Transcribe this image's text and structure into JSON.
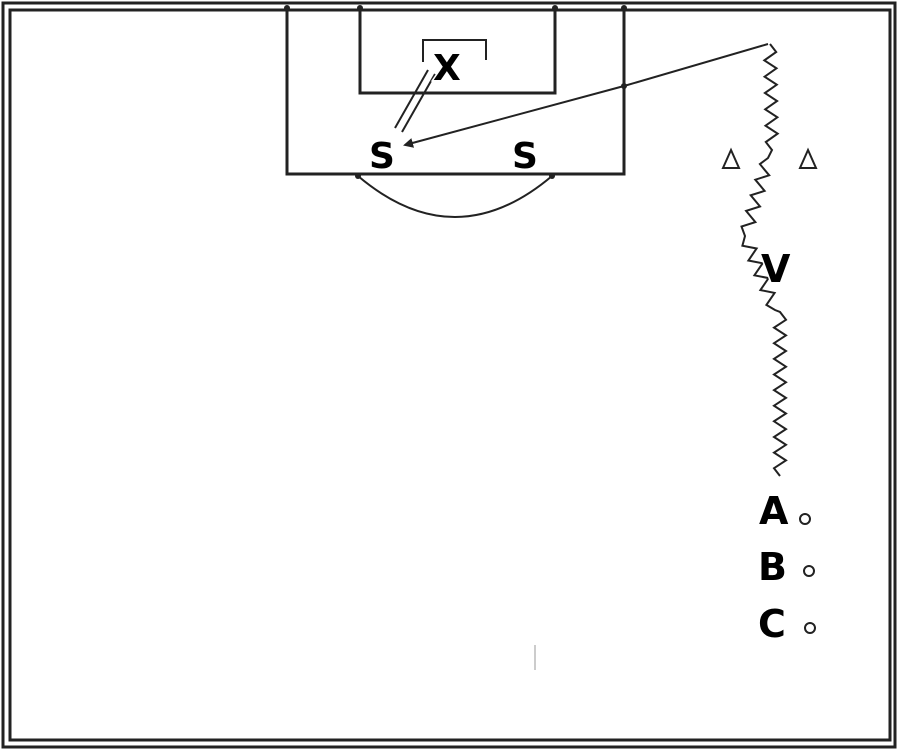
{
  "markers": {
    "keeper": "X",
    "server_left": "S",
    "server_right": "S",
    "defender": "V",
    "queue_a": "A",
    "queue_b": "B",
    "queue_c": "C"
  },
  "icons": {
    "cone": "triangle-cone",
    "ball": "ball"
  }
}
